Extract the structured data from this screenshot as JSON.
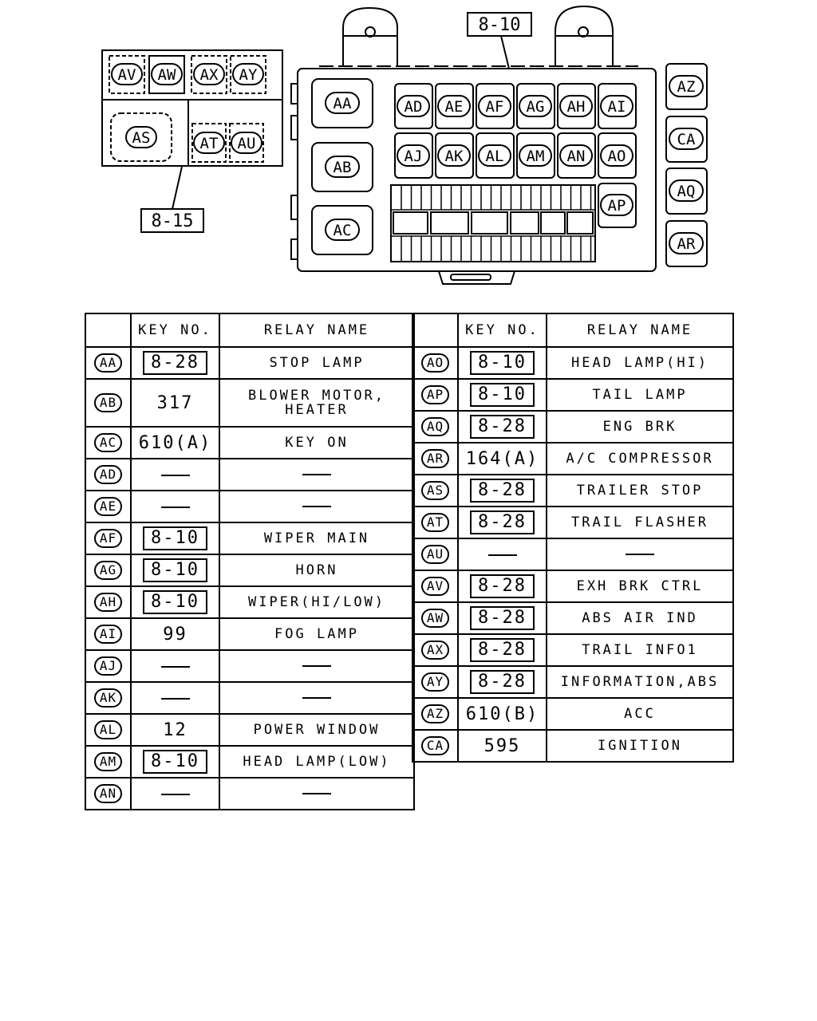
{
  "diagram": {
    "callout_main": "8-10",
    "callout_sub": "8-15",
    "sub_box_relays": [
      "AV",
      "AW",
      "AX",
      "AY",
      "AS",
      "AT",
      "AU"
    ],
    "main_box_large_relays": [
      "AA",
      "AB",
      "AC"
    ],
    "main_box_row1": [
      "AD",
      "AE",
      "AF",
      "AG",
      "AH",
      "AI"
    ],
    "main_box_row2": [
      "AJ",
      "AK",
      "AL",
      "AM",
      "AN",
      "AO"
    ],
    "main_box_side": "AP",
    "outer_relays": [
      "AZ",
      "CA",
      "AQ",
      "AR"
    ]
  },
  "table": {
    "headers": {
      "blank": "",
      "key_no": "KEY NO.",
      "relay_name": "RELAY NAME"
    },
    "left_rows": [
      {
        "code": "AA",
        "key": "8-28",
        "key_boxed": true,
        "relay": "STOP LAMP"
      },
      {
        "code": "AB",
        "key": "317",
        "key_boxed": false,
        "relay": "BLOWER MOTOR,",
        "relay2": "HEATER"
      },
      {
        "code": "AC",
        "key": "610(A)",
        "key_boxed": false,
        "relay": "KEY ON"
      },
      {
        "code": "AD",
        "key": "",
        "key_boxed": false,
        "relay": ""
      },
      {
        "code": "AE",
        "key": "",
        "key_boxed": false,
        "relay": ""
      },
      {
        "code": "AF",
        "key": "8-10",
        "key_boxed": true,
        "relay": "WIPER MAIN"
      },
      {
        "code": "AG",
        "key": "8-10",
        "key_boxed": true,
        "relay": "HORN"
      },
      {
        "code": "AH",
        "key": "8-10",
        "key_boxed": true,
        "relay": "WIPER(HI/LOW)"
      },
      {
        "code": "AI",
        "key": "99",
        "key_boxed": false,
        "relay": "FOG LAMP"
      },
      {
        "code": "AJ",
        "key": "",
        "key_boxed": false,
        "relay": ""
      },
      {
        "code": "AK",
        "key": "",
        "key_boxed": false,
        "relay": ""
      },
      {
        "code": "AL",
        "key": "12",
        "key_boxed": false,
        "relay": "POWER WINDOW"
      },
      {
        "code": "AM",
        "key": "8-10",
        "key_boxed": true,
        "relay": "HEAD LAMP(LOW)"
      },
      {
        "code": "AN",
        "key": "",
        "key_boxed": false,
        "relay": ""
      }
    ],
    "right_rows": [
      {
        "code": "AO",
        "key": "8-10",
        "key_boxed": true,
        "relay": "HEAD LAMP(HI)"
      },
      {
        "code": "AP",
        "key": "8-10",
        "key_boxed": true,
        "relay": "TAIL LAMP"
      },
      {
        "code": "AQ",
        "key": "8-28",
        "key_boxed": true,
        "relay": "ENG BRK"
      },
      {
        "code": "AR",
        "key": "164(A)",
        "key_boxed": false,
        "relay": "A/C COMPRESSOR"
      },
      {
        "code": "AS",
        "key": "8-28",
        "key_boxed": true,
        "relay": "TRAILER STOP"
      },
      {
        "code": "AT",
        "key": "8-28",
        "key_boxed": true,
        "relay": "TRAIL FLASHER"
      },
      {
        "code": "AU",
        "key": "",
        "key_boxed": false,
        "relay": ""
      },
      {
        "code": "AV",
        "key": "8-28",
        "key_boxed": true,
        "relay": "EXH BRK CTRL"
      },
      {
        "code": "AW",
        "key": "8-28",
        "key_boxed": true,
        "relay": "ABS AIR IND"
      },
      {
        "code": "AX",
        "key": "8-28",
        "key_boxed": true,
        "relay": "TRAIL INFO1"
      },
      {
        "code": "AY",
        "key": "8-28",
        "key_boxed": true,
        "relay": "INFORMATION,ABS"
      },
      {
        "code": "AZ",
        "key": "610(B)",
        "key_boxed": false,
        "relay": "ACC"
      },
      {
        "code": "CA",
        "key": "595",
        "key_boxed": false,
        "relay": "IGNITION"
      }
    ]
  }
}
